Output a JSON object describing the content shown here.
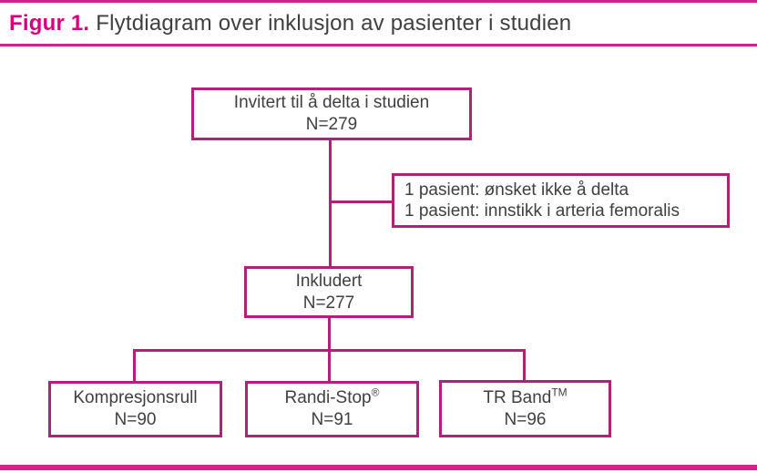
{
  "header": {
    "figure_label": "Figur 1.",
    "caption": "Flytdiagram over inklusjon av pasienter i studien"
  },
  "colors": {
    "rule": "#d61f8b",
    "accent": "#d6007f",
    "box_border": "#b0217c",
    "text": "#3f3f3e"
  },
  "diagram": {
    "invited": {
      "line1": "Invitert til å delta i studien",
      "count": "N=279"
    },
    "excluded": {
      "line1": "1 pasient: ønsket ikke å delta",
      "line2": "1 pasient: innstikk i arteria femoralis"
    },
    "included": {
      "line1": "Inkludert",
      "count": "N=277"
    },
    "arm1": {
      "name": "Kompresjonsrull",
      "mark": "",
      "count": "N=90"
    },
    "arm2": {
      "name": "Randi-Stop",
      "mark": "®",
      "count": "N=91"
    },
    "arm3": {
      "name": "TR Band",
      "mark": "TM",
      "count": "N=96"
    }
  }
}
